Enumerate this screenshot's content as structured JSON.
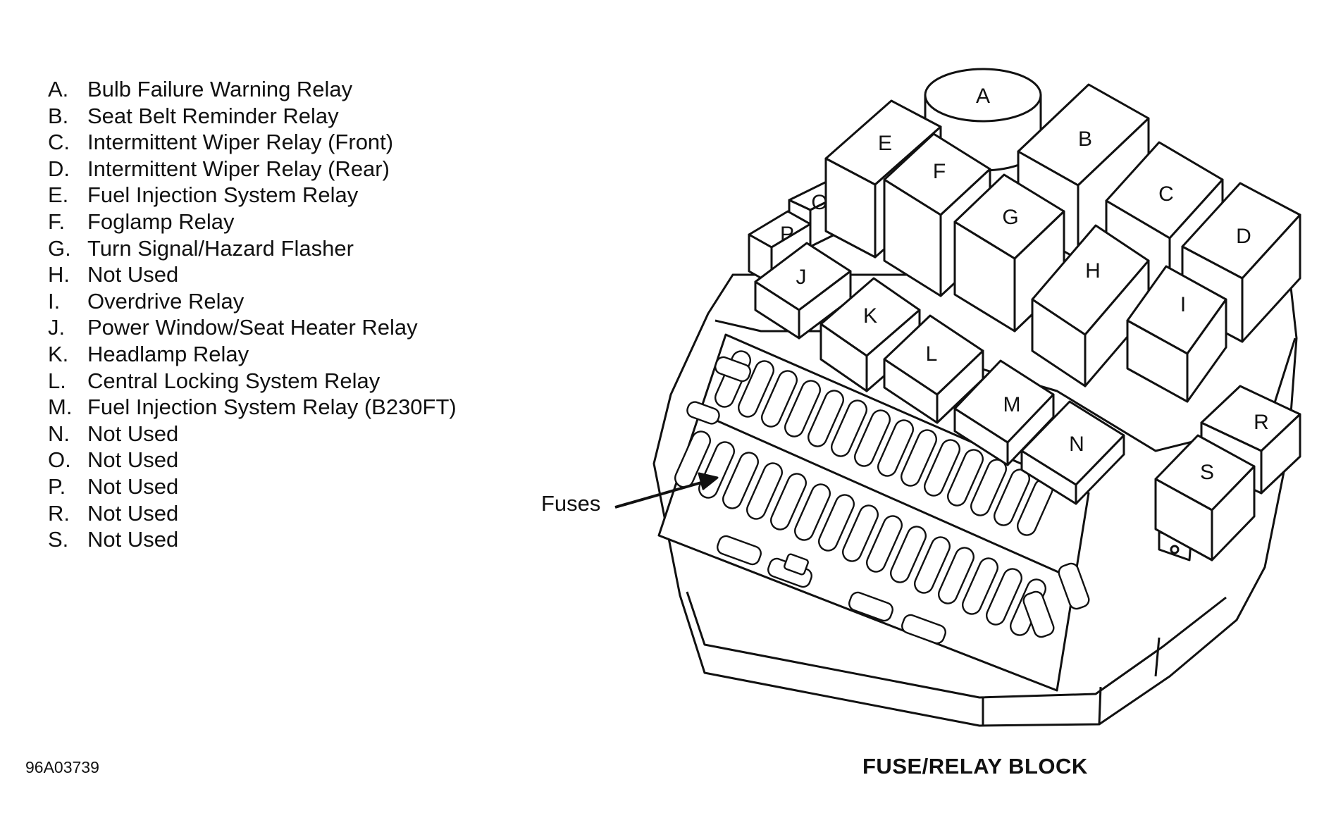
{
  "legend": [
    {
      "letter": "A.",
      "label": "Bulb Failure Warning Relay"
    },
    {
      "letter": "B.",
      "label": "Seat Belt Reminder Relay"
    },
    {
      "letter": "C.",
      "label": "Intermittent Wiper Relay (Front)"
    },
    {
      "letter": "D.",
      "label": "Intermittent Wiper Relay (Rear)"
    },
    {
      "letter": "E.",
      "label": "Fuel Injection System Relay"
    },
    {
      "letter": "F.",
      "label": "Foglamp Relay"
    },
    {
      "letter": "G.",
      "label": "Turn Signal/Hazard Flasher"
    },
    {
      "letter": "H.",
      "label": "Not Used"
    },
    {
      "letter": "I.",
      "label": "Overdrive Relay"
    },
    {
      "letter": "J.",
      "label": "Power Window/Seat Heater Relay"
    },
    {
      "letter": "K.",
      "label": "Headlamp Relay"
    },
    {
      "letter": "L.",
      "label": "Central Locking System Relay"
    },
    {
      "letter": "M.",
      "label": "Fuel Injection System Relay (B230FT)"
    },
    {
      "letter": "N.",
      "label": "Not Used"
    },
    {
      "letter": "O.",
      "label": "Not Used"
    },
    {
      "letter": "P.",
      "label": "Not Used"
    },
    {
      "letter": "R.",
      "label": "Not Used"
    },
    {
      "letter": "S.",
      "label": "Not Used"
    }
  ],
  "diagram": {
    "fuses_label": "Fuses",
    "caption": "FUSE/RELAY BLOCK",
    "figure_id": "96A03739",
    "relays": {
      "A": "A",
      "B": "B",
      "C": "C",
      "D": "D",
      "E": "E",
      "F": "F",
      "G": "G",
      "H": "H",
      "I": "I",
      "J": "J",
      "K": "K",
      "L": "L",
      "M": "M",
      "N": "N",
      "O": "O",
      "P": "P",
      "R": "R",
      "S": "S"
    }
  }
}
